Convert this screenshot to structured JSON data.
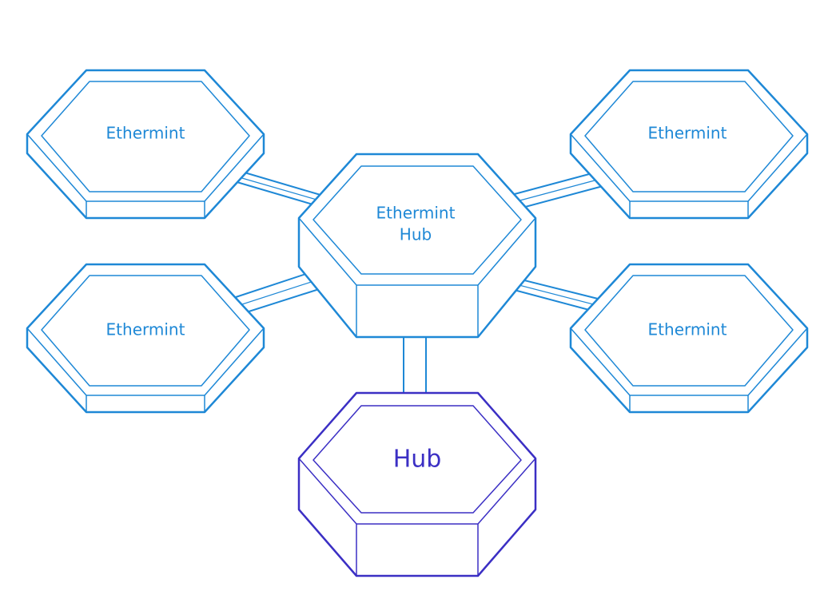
{
  "colors": {
    "zone": "#1e88d6",
    "hub": "#3b2fc4",
    "background": "#ffffff"
  },
  "nodes": {
    "top_left": {
      "label": "Ethermint"
    },
    "top_right": {
      "label": "Ethermint"
    },
    "bottom_left": {
      "label": "Ethermint"
    },
    "bottom_right": {
      "label": "Ethermint"
    },
    "center": {
      "label_line1": "Ethermint",
      "label_line2": "Hub"
    },
    "hub": {
      "label": "Hub"
    }
  }
}
